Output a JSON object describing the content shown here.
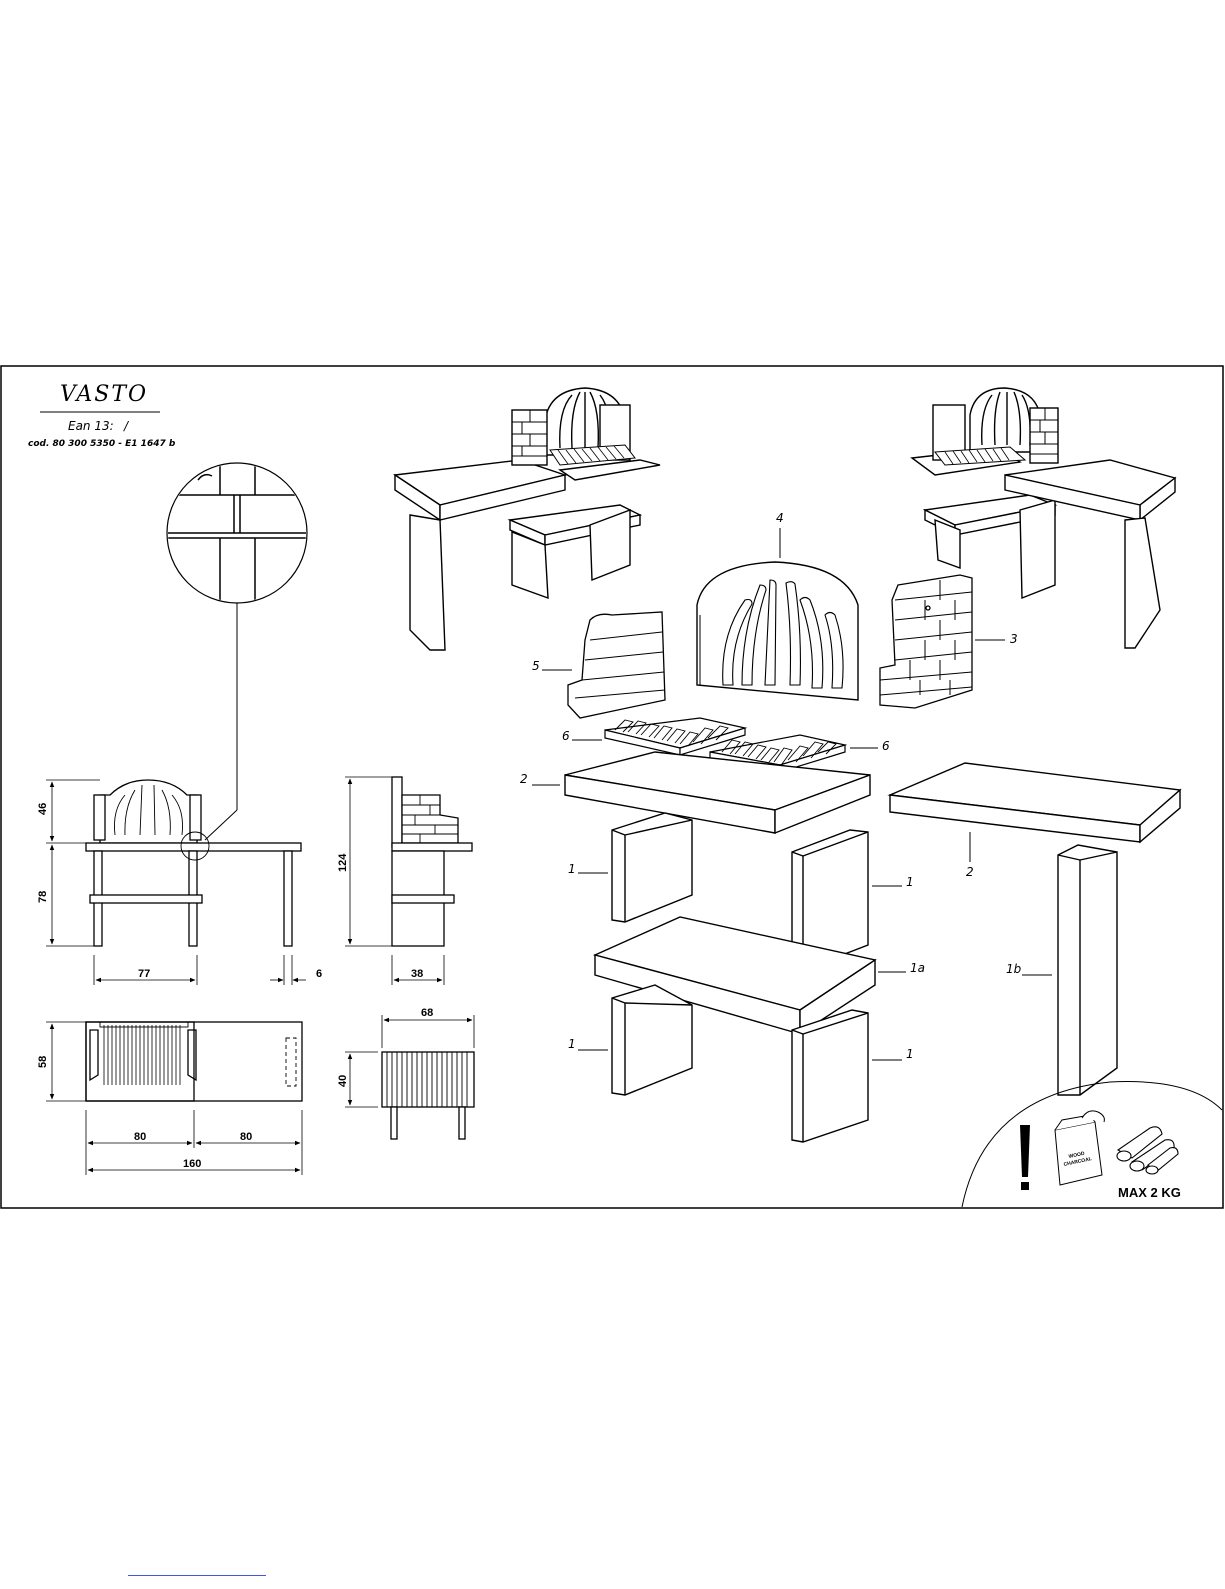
{
  "header": {
    "title": "VASTO",
    "ean": "Ean 13:",
    "ean_value": "/",
    "code": "cod. 80 300 5350 - E1 1647 b"
  },
  "callouts": {
    "c4": "4",
    "c3": "3",
    "c5": "5",
    "c6a": "6",
    "c6b": "6",
    "c2a": "2",
    "c2b": "2",
    "c1a": "1",
    "c1b": "1",
    "c1c": "1",
    "c1d": "1",
    "c1a_part": "1a",
    "c1b_part": "1b"
  },
  "dimensions": {
    "front_h_top": "46",
    "front_h_bottom": "78",
    "front_w": "77",
    "leg": "6",
    "side_h": "124",
    "side_d": "38",
    "plan_d": "58",
    "plan_w1": "80",
    "plan_w2": "80",
    "plan_total": "160",
    "grill_w": "68",
    "grill_h": "40"
  },
  "warning": {
    "max_load": "MAX 2 KG",
    "bag_line1": "WOOD",
    "bag_line2": "CHARCOAL"
  }
}
